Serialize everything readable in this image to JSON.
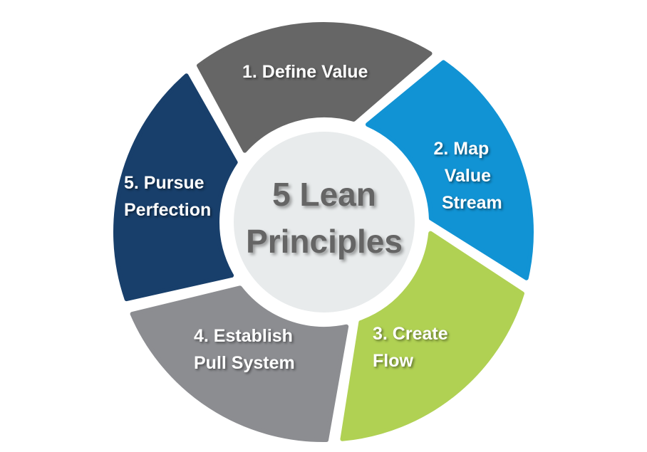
{
  "title": {
    "line1": "5 Lean",
    "line2": "Principles"
  },
  "segments": [
    {
      "lines": [
        "1. Define Value"
      ],
      "color": "#666666"
    },
    {
      "lines": [
        "2. Map",
        "Value",
        "Stream"
      ],
      "color": "#1193d4"
    },
    {
      "lines": [
        "3. Create",
        "Flow"
      ],
      "color": "#b0d153"
    },
    {
      "lines": [
        "4. Establish",
        "Pull System"
      ],
      "color": "#8c8d91"
    },
    {
      "lines": [
        "5. Pursue",
        "Perfection"
      ],
      "color": "#183f6b"
    }
  ],
  "center_color": "#e8ebec"
}
